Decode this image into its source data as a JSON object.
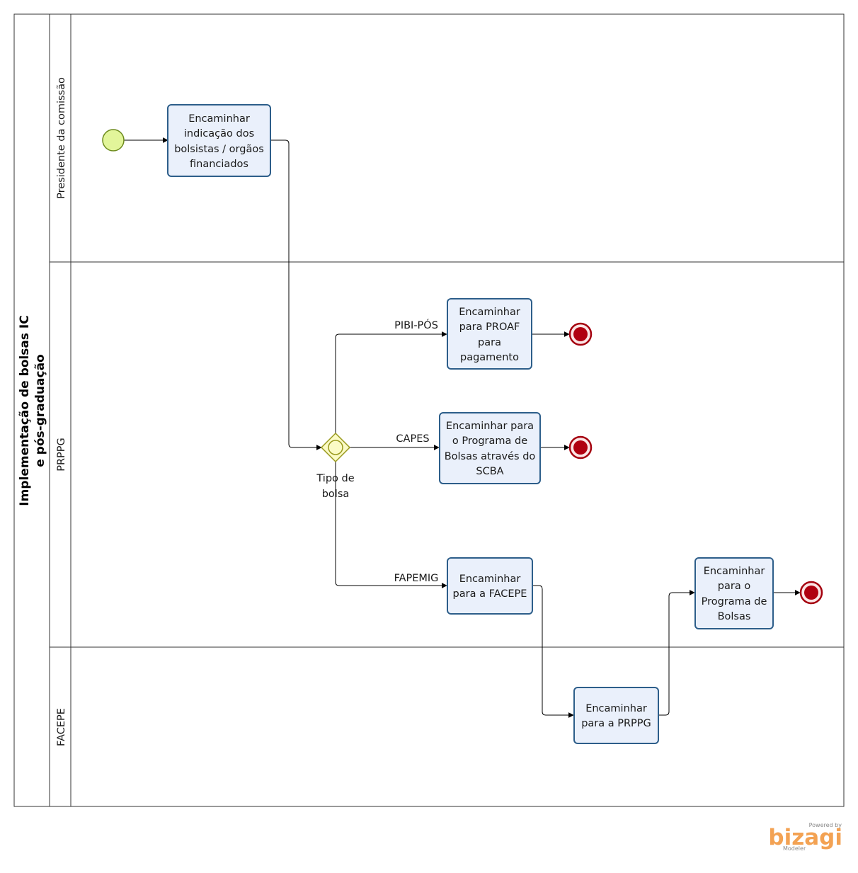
{
  "pool": {
    "title_line1": "Implementação de bolsas IC",
    "title_line2": "e pós-graduação"
  },
  "lanes": [
    {
      "id": "lane-presidente",
      "label": "Presidente da comissão"
    },
    {
      "id": "lane-prppg",
      "label": "PRPPG"
    },
    {
      "id": "lane-facepe",
      "label": "FACEPE"
    }
  ],
  "tasks": {
    "encaminhar_indicacao": [
      "Encaminhar",
      "indicação dos",
      "bolsistas / orgãos",
      "financiados"
    ],
    "encaminhar_proaf": [
      "Encaminhar",
      "para PROAF",
      "para",
      "pagamento"
    ],
    "encaminhar_scba": [
      "Encaminhar para",
      "o Programa de",
      "Bolsas através do",
      "SCBA"
    ],
    "encaminhar_facepe": [
      "Encaminhar",
      "para a FACEPE"
    ],
    "encaminhar_prppg": [
      "Encaminhar",
      "para a PRPPG"
    ],
    "encaminhar_programa": [
      "Encaminhar",
      "para o",
      "Programa de",
      "Bolsas"
    ]
  },
  "gateway": {
    "label_line1": "Tipo de",
    "label_line2": "bolsa"
  },
  "flow_labels": {
    "pibi": "PIBI-PÓS",
    "capes": "CAPES",
    "fapemig": "FAPEMIG"
  },
  "logo": {
    "powered_by": "Powered by",
    "brand": "bizagi",
    "product": "Modeler"
  },
  "colors": {
    "task_fill": "#eaf0fb",
    "task_stroke": "#2d5e8a",
    "start_fill": "#e2f59a",
    "start_stroke": "#6c8a1c",
    "end_fill": "#b00010",
    "end_stroke": "#a4000e",
    "gateway_fill": "#fbfbc6",
    "gateway_stroke": "#9a9a1e",
    "logo": "#f3a253"
  }
}
